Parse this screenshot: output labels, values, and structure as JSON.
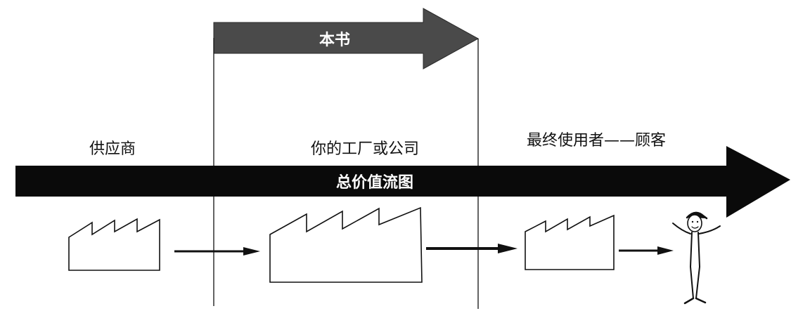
{
  "scope_arrow": {
    "label": "本书",
    "fill": "#4a4a4a",
    "text_color": "#ffffff"
  },
  "main_arrow": {
    "label": "总价值流图",
    "fill": "#0a0a0a",
    "text_color": "#ffffff"
  },
  "stage_labels": {
    "supplier": "供应商",
    "company": "你的工厂或公司",
    "customer": "最终使用者——顾客"
  },
  "colors": {
    "line": "#111111",
    "factory_fill": "#ffffff"
  }
}
